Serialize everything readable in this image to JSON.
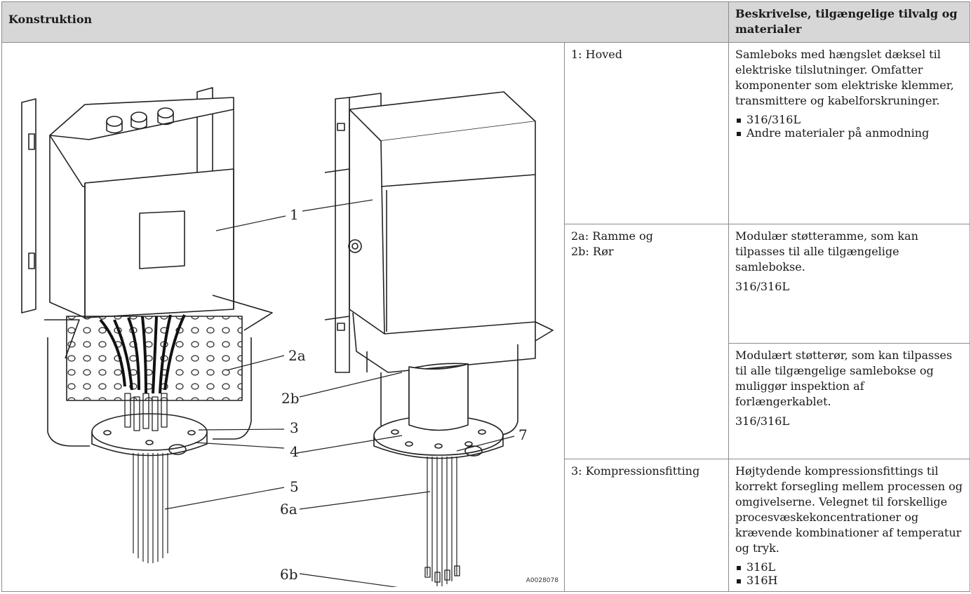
{
  "header": {
    "col1": "Konstruktion",
    "col2": "Beskrivelse, tilgængelige tilvalg og materialer"
  },
  "figure": {
    "callouts": [
      "1",
      "2a",
      "2b",
      "3",
      "4",
      "5",
      "6a",
      "6b",
      "7"
    ],
    "ref_code": "A0028078"
  },
  "rows": [
    {
      "label": "1: Hoved",
      "desc": "Samleboks med hængslet dæksel til elektriske tilslutninger. Omfatter komponenter som elektriske klemmer, transmittere og kabelforskruninger.",
      "items": [
        "316/316L",
        "Andre materialer på anmodning"
      ]
    },
    {
      "label": "2a: Ramme og\n2b: Rør",
      "desc_a": "Modulær støtteramme, som kan tilpasses til alle tilgængelige samlebokse.",
      "material_a": "316/316L",
      "desc_b": "Modulært støtterør, som kan tilpasses til alle tilgængelige samlebokse og muliggør inspektion af forlængerkablet.",
      "material_b": "316/316L"
    },
    {
      "label": "3: Kompressionsfitting",
      "desc": "Højtydende kompressionsfittings til korrekt forsegling mellem processen og omgivelserne. Velegnet til forskellige procesvæskekoncentrationer og krævende kombinationer af temperatur og tryk.",
      "items": [
        "316L",
        "316H"
      ]
    }
  ]
}
